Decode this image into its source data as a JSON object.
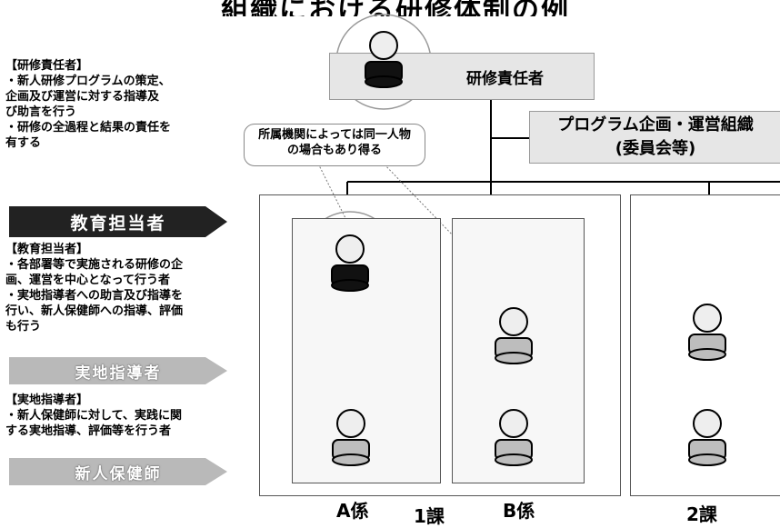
{
  "title": "組織における研修体制の例",
  "left_panel": {
    "responsible": {
      "heading": "【研修責任者】",
      "lines": [
        "・新人研修プログラムの策定、",
        "企画及び運営に対する指導及",
        "び助言を行う",
        "・研修の全過程と結果の責任を",
        "有する"
      ]
    },
    "educator_banner": "教育担当者",
    "educator": {
      "heading": "【教育担当者】",
      "lines": [
        "・各部署等で実施される研修の企",
        "画、運営を中心となって行う者",
        "・実地指導者への助言及び指導を",
        "行い、新人保健師への指導、評価",
        "も行う"
      ]
    },
    "field_banner": "実地指導者",
    "field": {
      "heading": "【実地指導者】",
      "lines": [
        "・新人保健師に対して、実践に関",
        "する実地指導、評価等を行う者"
      ]
    },
    "new_banner": "新人保健師"
  },
  "diagram": {
    "responsible_box": "研修責任者",
    "program_box_line1": "プログラム企画・運営組織",
    "program_box_line2": "(委員会等)",
    "note_line1": "所属機関によっては同一人物",
    "note_line2": "の場合もあり得る",
    "label_a": "A係",
    "label_div1": "1課",
    "label_b": "B係",
    "label_div2": "2課"
  },
  "colors": {
    "dark_figure": "#111111",
    "gray_figure": "#bdbdbd",
    "box_fill": "#e6e6e6"
  }
}
